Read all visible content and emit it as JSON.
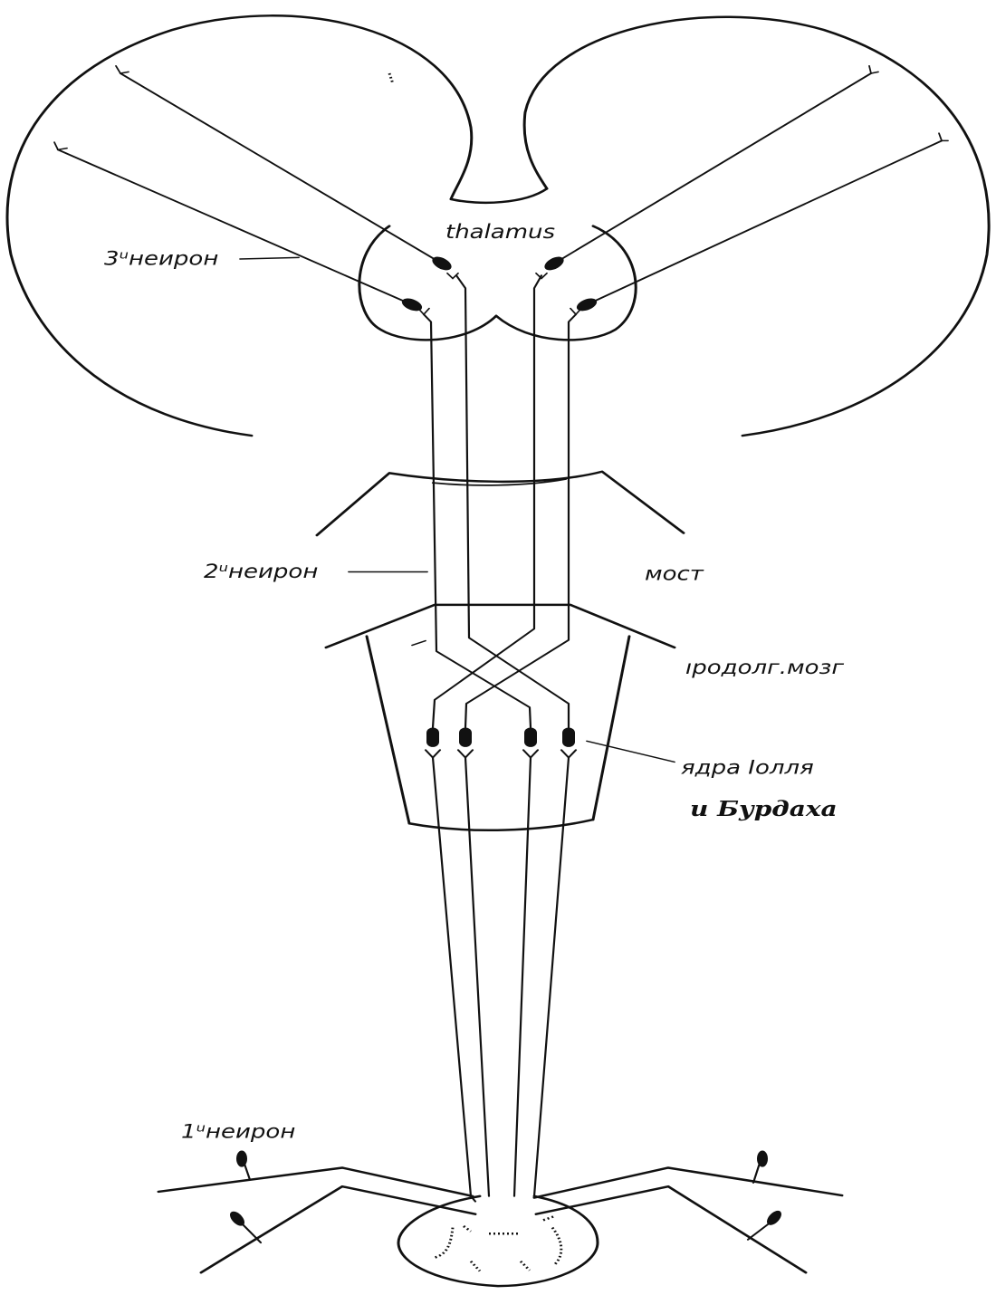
{
  "labels": {
    "thalamus": "thalamus",
    "neuron3": "3ᵘнеирон",
    "neuron2": "2ᵘнеирон",
    "neuron1": "1ᵘнеирон",
    "pons": "мост",
    "medulla": "ıродолг.мозг",
    "nuclei_line1": "ядра Іолля",
    "nuclei_line2": "и Бурдаха"
  },
  "colors": {
    "ink": "#111111",
    "paper": "#ffffff"
  }
}
